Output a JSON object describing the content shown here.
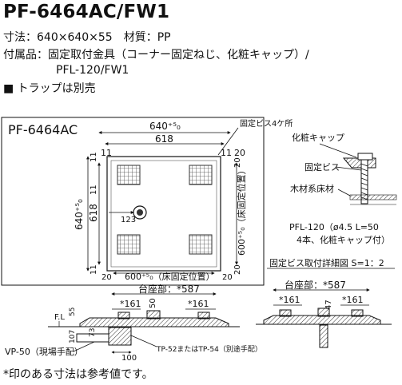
{
  "header": {
    "title": "PF-6464AC/FW1",
    "dimensions_line": "寸法：640×640×55　材質：PP",
    "accessories_line": "付属品：固定取付金具（コーナー固定ねじ、化粧キャップ）/",
    "accessories_cont": "PFL-120/FW1",
    "trap_note": "■ トラップは別売"
  },
  "plan_view": {
    "model": "PF-6464AC",
    "top_width": "640⁺⁵₀",
    "inner_width": "618",
    "screw_note": "固定ビス4ケ所",
    "left_height": "640⁺⁵₀",
    "inner_height": "618",
    "right_fixed_position": "600⁺⁵₀（床固定位置）",
    "bottom_fixed_position": "600⁺⁵₀（床固定位置）",
    "drain_offset": "123",
    "margin_11": "11",
    "margin_20": "20"
  },
  "detail": {
    "cap_label": "化粧キャップ",
    "screw_label": "固定ビス",
    "floor_label": "木材系床材",
    "pfl_line1": "PFL-120（ø4.5 L=50",
    "pfl_line2": "4本、化粧キャップ付）",
    "scale_label": "固定ビス取付詳細図 S=1：2"
  },
  "section_view": {
    "base_label": "台座部：*587",
    "dim_161": "*161",
    "height_50": "50",
    "fl_label": "F.L",
    "h55": "55",
    "h107": "107",
    "h73": "73",
    "d100": "100",
    "vp_label": "VP-50（現場手配）",
    "tp_label": "TP-52またはTP-54（別途手配）"
  },
  "section_side": {
    "base_label": "台座部：*587",
    "dim_161": "*161",
    "height_47": "47"
  },
  "footnote": "*印のある寸法は参考値です。"
}
